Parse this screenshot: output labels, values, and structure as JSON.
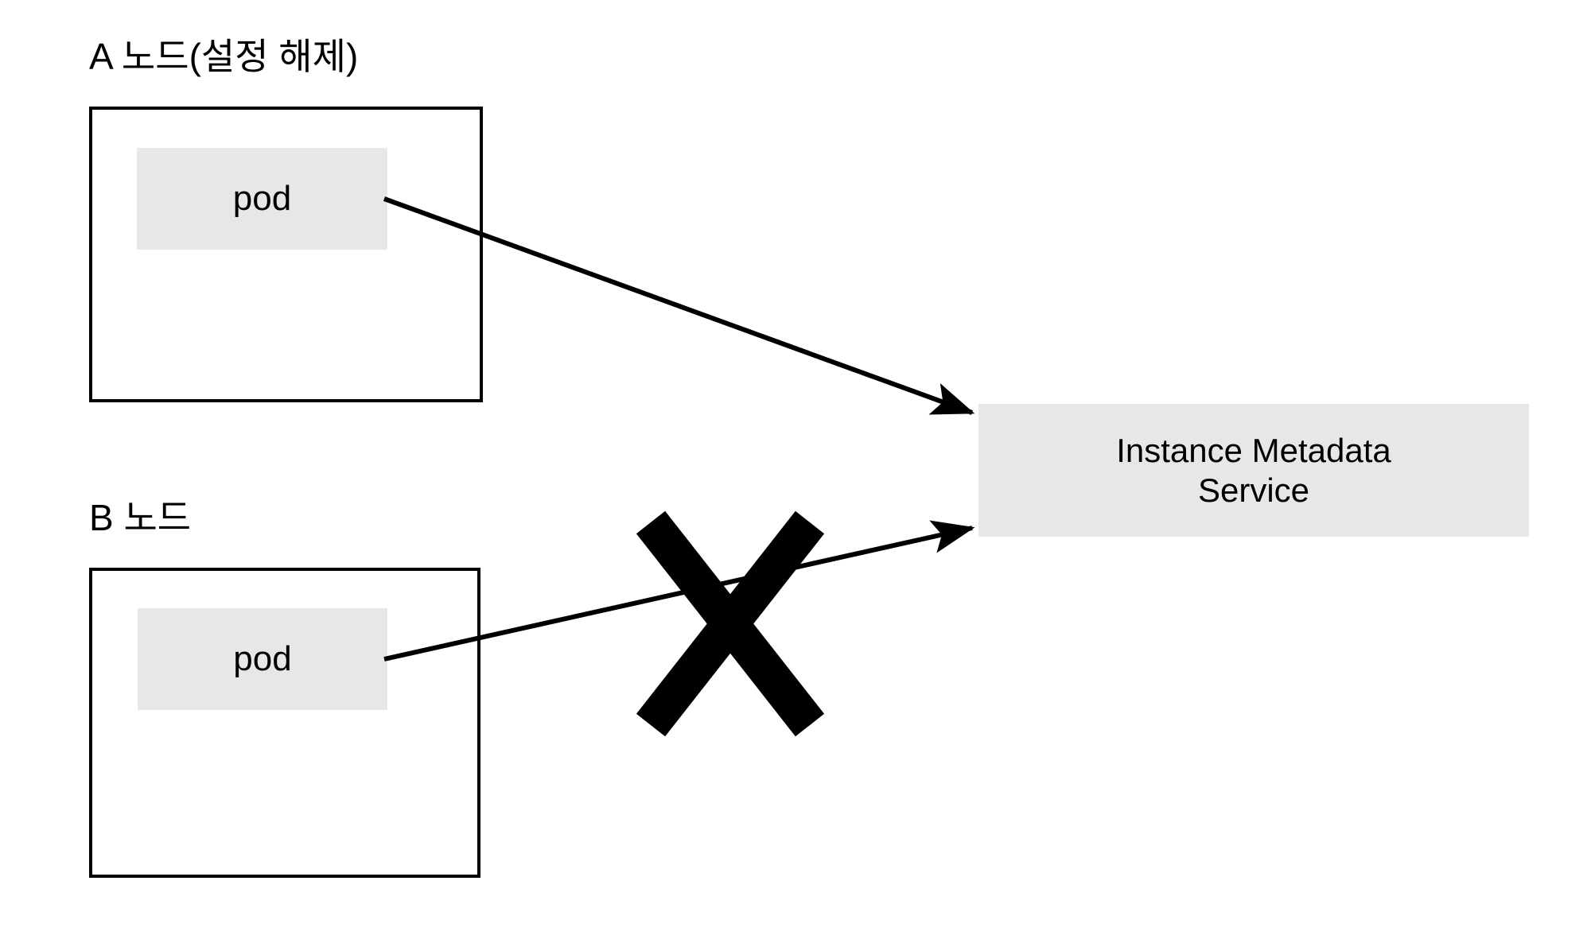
{
  "diagram": {
    "title_a": "A 노드(설정 해제)",
    "title_b": "B 노드",
    "pod_a_label": "pod",
    "pod_b_label": "pod",
    "service_label": "Instance Metadata\nService",
    "blocked_marker": "X",
    "colors": {
      "background": "#ffffff",
      "box_fill": "#e7e7e7",
      "stroke": "#000000"
    },
    "connections": [
      {
        "name": "pod-a-to-metadata-service",
        "from": "pod (A 노드)",
        "to": "Instance Metadata Service",
        "blocked": false
      },
      {
        "name": "pod-b-to-metadata-service",
        "from": "pod (B 노드)",
        "to": "Instance Metadata Service",
        "blocked": true
      }
    ]
  }
}
